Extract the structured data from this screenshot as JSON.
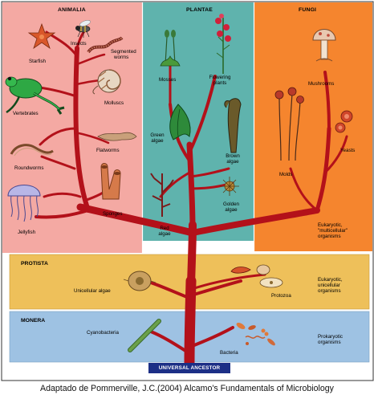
{
  "kingdoms": {
    "animalia": "ANIMALIA",
    "plantae": "PLANTAE",
    "fungi": "FUNGI"
  },
  "bands": {
    "protista": "PROTISTA",
    "monera": "MONERA"
  },
  "animalia_labels": {
    "insects": "Insects",
    "starfish": "Starfish",
    "segmented_worms_1": "Segmented",
    "segmented_worms_2": "worms",
    "vertebrates": "Vertebrates",
    "molluscs": "Molluscs",
    "flatworms": "Flatworms",
    "roundworms": "Roundworms",
    "sponges": "Sponges",
    "jellyfish": "Jellyfish"
  },
  "plantae_labels": {
    "mosses": "Mosses",
    "flowering_1": "Flowering",
    "flowering_2": "plants",
    "green_1": "Green",
    "green_2": "algae",
    "brown_1": "Brown",
    "brown_2": "algae",
    "red_1": "Red",
    "red_2": "algae",
    "golden_1": "Golden",
    "golden_2": "algae"
  },
  "fungi_labels": {
    "mushrooms": "Mushrooms",
    "yeasts": "Yeasts",
    "molds": "Molds"
  },
  "level_labels": {
    "eukaryotic_multi_1": "Eukaryotic,",
    "eukaryotic_multi_2": "\"multicellular\"",
    "eukaryotic_multi_3": "organisms",
    "eukaryotic_uni_1": "Eukaryotic,",
    "eukaryotic_uni_2": "unicellular",
    "eukaryotic_uni_3": "organisms",
    "prokaryotic_1": "Prokaryotic",
    "prokaryotic_2": "organisms"
  },
  "protista_labels": {
    "unicellular_algae": "Unicellular algae",
    "protozoa": "Protozoa"
  },
  "monera_labels": {
    "cyanobacteria": "Cyanobacteria",
    "bacteria": "Bacteria"
  },
  "root": "UNIVERSAL ANCESTOR",
  "caption": "Adaptado de Pommerville, J.C.(2004) Alcamo's Fundamentals of Microbiology",
  "colors": {
    "animalia_bg": "#f4a9a3",
    "plantae_bg": "#5fb3ad",
    "fungi_bg": "#f5852e",
    "protista_bg": "#eec05a",
    "monera_bg": "#9ec2e3",
    "tree": "#b3111a",
    "ancestor_bg": "#1c2f86"
  }
}
